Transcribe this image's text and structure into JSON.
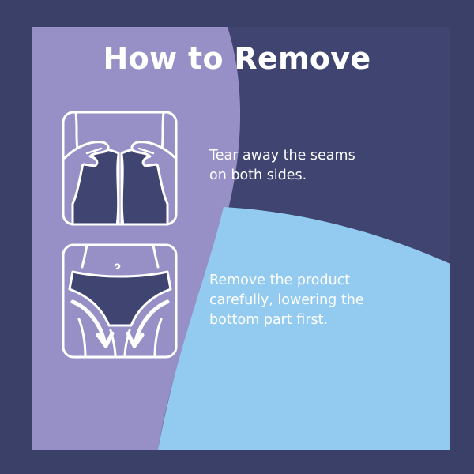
{
  "title": "How to Remove",
  "steps": [
    {
      "text": "Tear away the seams\non both sides.",
      "icon": "tear-seams-illustration"
    },
    {
      "text": "Remove the product\ncarefully, lowering the\nbottom part first.",
      "icon": "remove-product-illustration"
    }
  ],
  "colors": {
    "outer_frame": "#3a4068",
    "navy_panel": "#3f4570",
    "lavender": "#9790c6",
    "light_blue": "#93cbf0",
    "line": "#ffffff",
    "product_fill": "#3f4570"
  }
}
